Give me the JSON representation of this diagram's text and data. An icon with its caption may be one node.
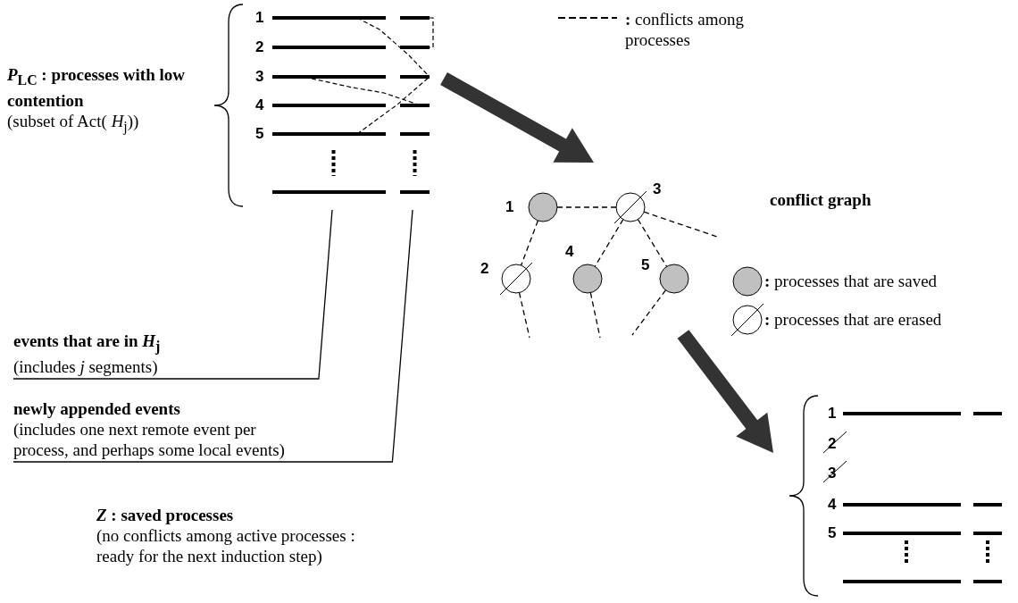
{
  "diagram": {
    "nodes": [
      {
        "text": [
          "*P*$_{LC}$ : processes with low contention",
          "(subset of Act( *H*$_{j}$))"
        ]
      },
      {
        "text": [
          "events that are in *H*$_{j}$",
          "(includes *j* segments)"
        ]
      },
      {
        "text": [
          "newly appended events",
          "(includes one next remote event per process, and perhaps some local events)"
        ]
      },
      {
        "text": [],
        "shape": "circle",
        "beside": [
          "1"
        ]
      },
      {
        "text": [],
        "shape": "circle",
        "beside": [
          "3"
        ]
      },
      {
        "text": [],
        "shape": "circle",
        "beside": [
          "2"
        ]
      },
      {
        "text": [],
        "shape": "circle",
        "beside": [
          "4"
        ]
      },
      {
        "text": [],
        "shape": "circle",
        "beside": [
          "5"
        ]
      },
      {
        "text": [
          "*Z* : saved processes",
          "(no conflicts among active processes : ready for the next induction step)"
        ]
      }
    ],
    "edges": [
      {
        "from": 3,
        "to": 4,
        "arrow": "none",
        "style": "dashed"
      },
      {
        "from": 3,
        "to": 5,
        "arrow": "none",
        "style": "dashed"
      },
      {
        "from": 4,
        "to": 6,
        "arrow": "none",
        "style": "dashed"
      },
      {
        "from": 4,
        "to": 7,
        "arrow": "none",
        "style": "dashed"
      },
      {
        "from": 4,
        "to": null,
        "arrow": "none",
        "style": "dashed"
      },
      {
        "from": 5,
        "to": null,
        "arrow": "none",
        "style": "dashed"
      },
      {
        "from": 6,
        "to": null,
        "arrow": "none",
        "style": "dashed"
      },
      {
        "from": 7,
        "to": null,
        "arrow": "none",
        "style": "dashed"
      },
      {
        "from": 1,
        "to": null,
        "arrow": "none"
      },
      {
        "from": 2,
        "to": null,
        "arrow": "none"
      }
    ],
    "labels": [
      "1",
      "2",
      "3",
      "4",
      "5",
      "conflict graph",
      "1",
      "2",
      "3",
      "4",
      "5"
    ],
    "legend": [
      {
        "text": "**:** conflicts among processes"
      },
      {
        "text": "**:** processes that are saved"
      },
      {
        "text": "**:** processes that are erased"
      }
    ]
  }
}
